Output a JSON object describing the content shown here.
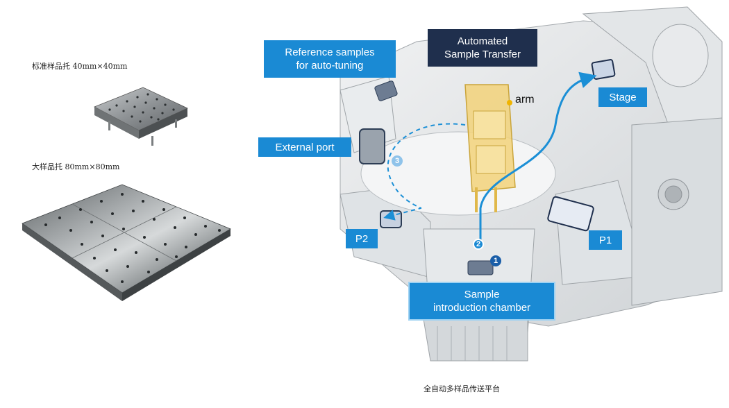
{
  "left_panel": {
    "small_holder_label": "标准样品托 40mm×40mm",
    "large_holder_label": "大样品托 80mm×80mm"
  },
  "diagram": {
    "labels": {
      "automated_transfer": "Automated\nSample Transfer",
      "reference_samples": "Reference samples\nfor auto-tuning",
      "external_port": "External port",
      "stage": "Stage",
      "arm": "arm",
      "p1": "P1",
      "p2": "P2",
      "intro_chamber": "Sample\nintroduction chamber"
    },
    "steps": [
      "1",
      "2",
      "3"
    ],
    "colors": {
      "tag_blue": "#1a8ad4",
      "tag_navy": "#1f2f4d",
      "path_blue": "#1b8fd6",
      "arm_yellow": "#f2d27a"
    }
  },
  "caption": "全自动多样品传送平台"
}
